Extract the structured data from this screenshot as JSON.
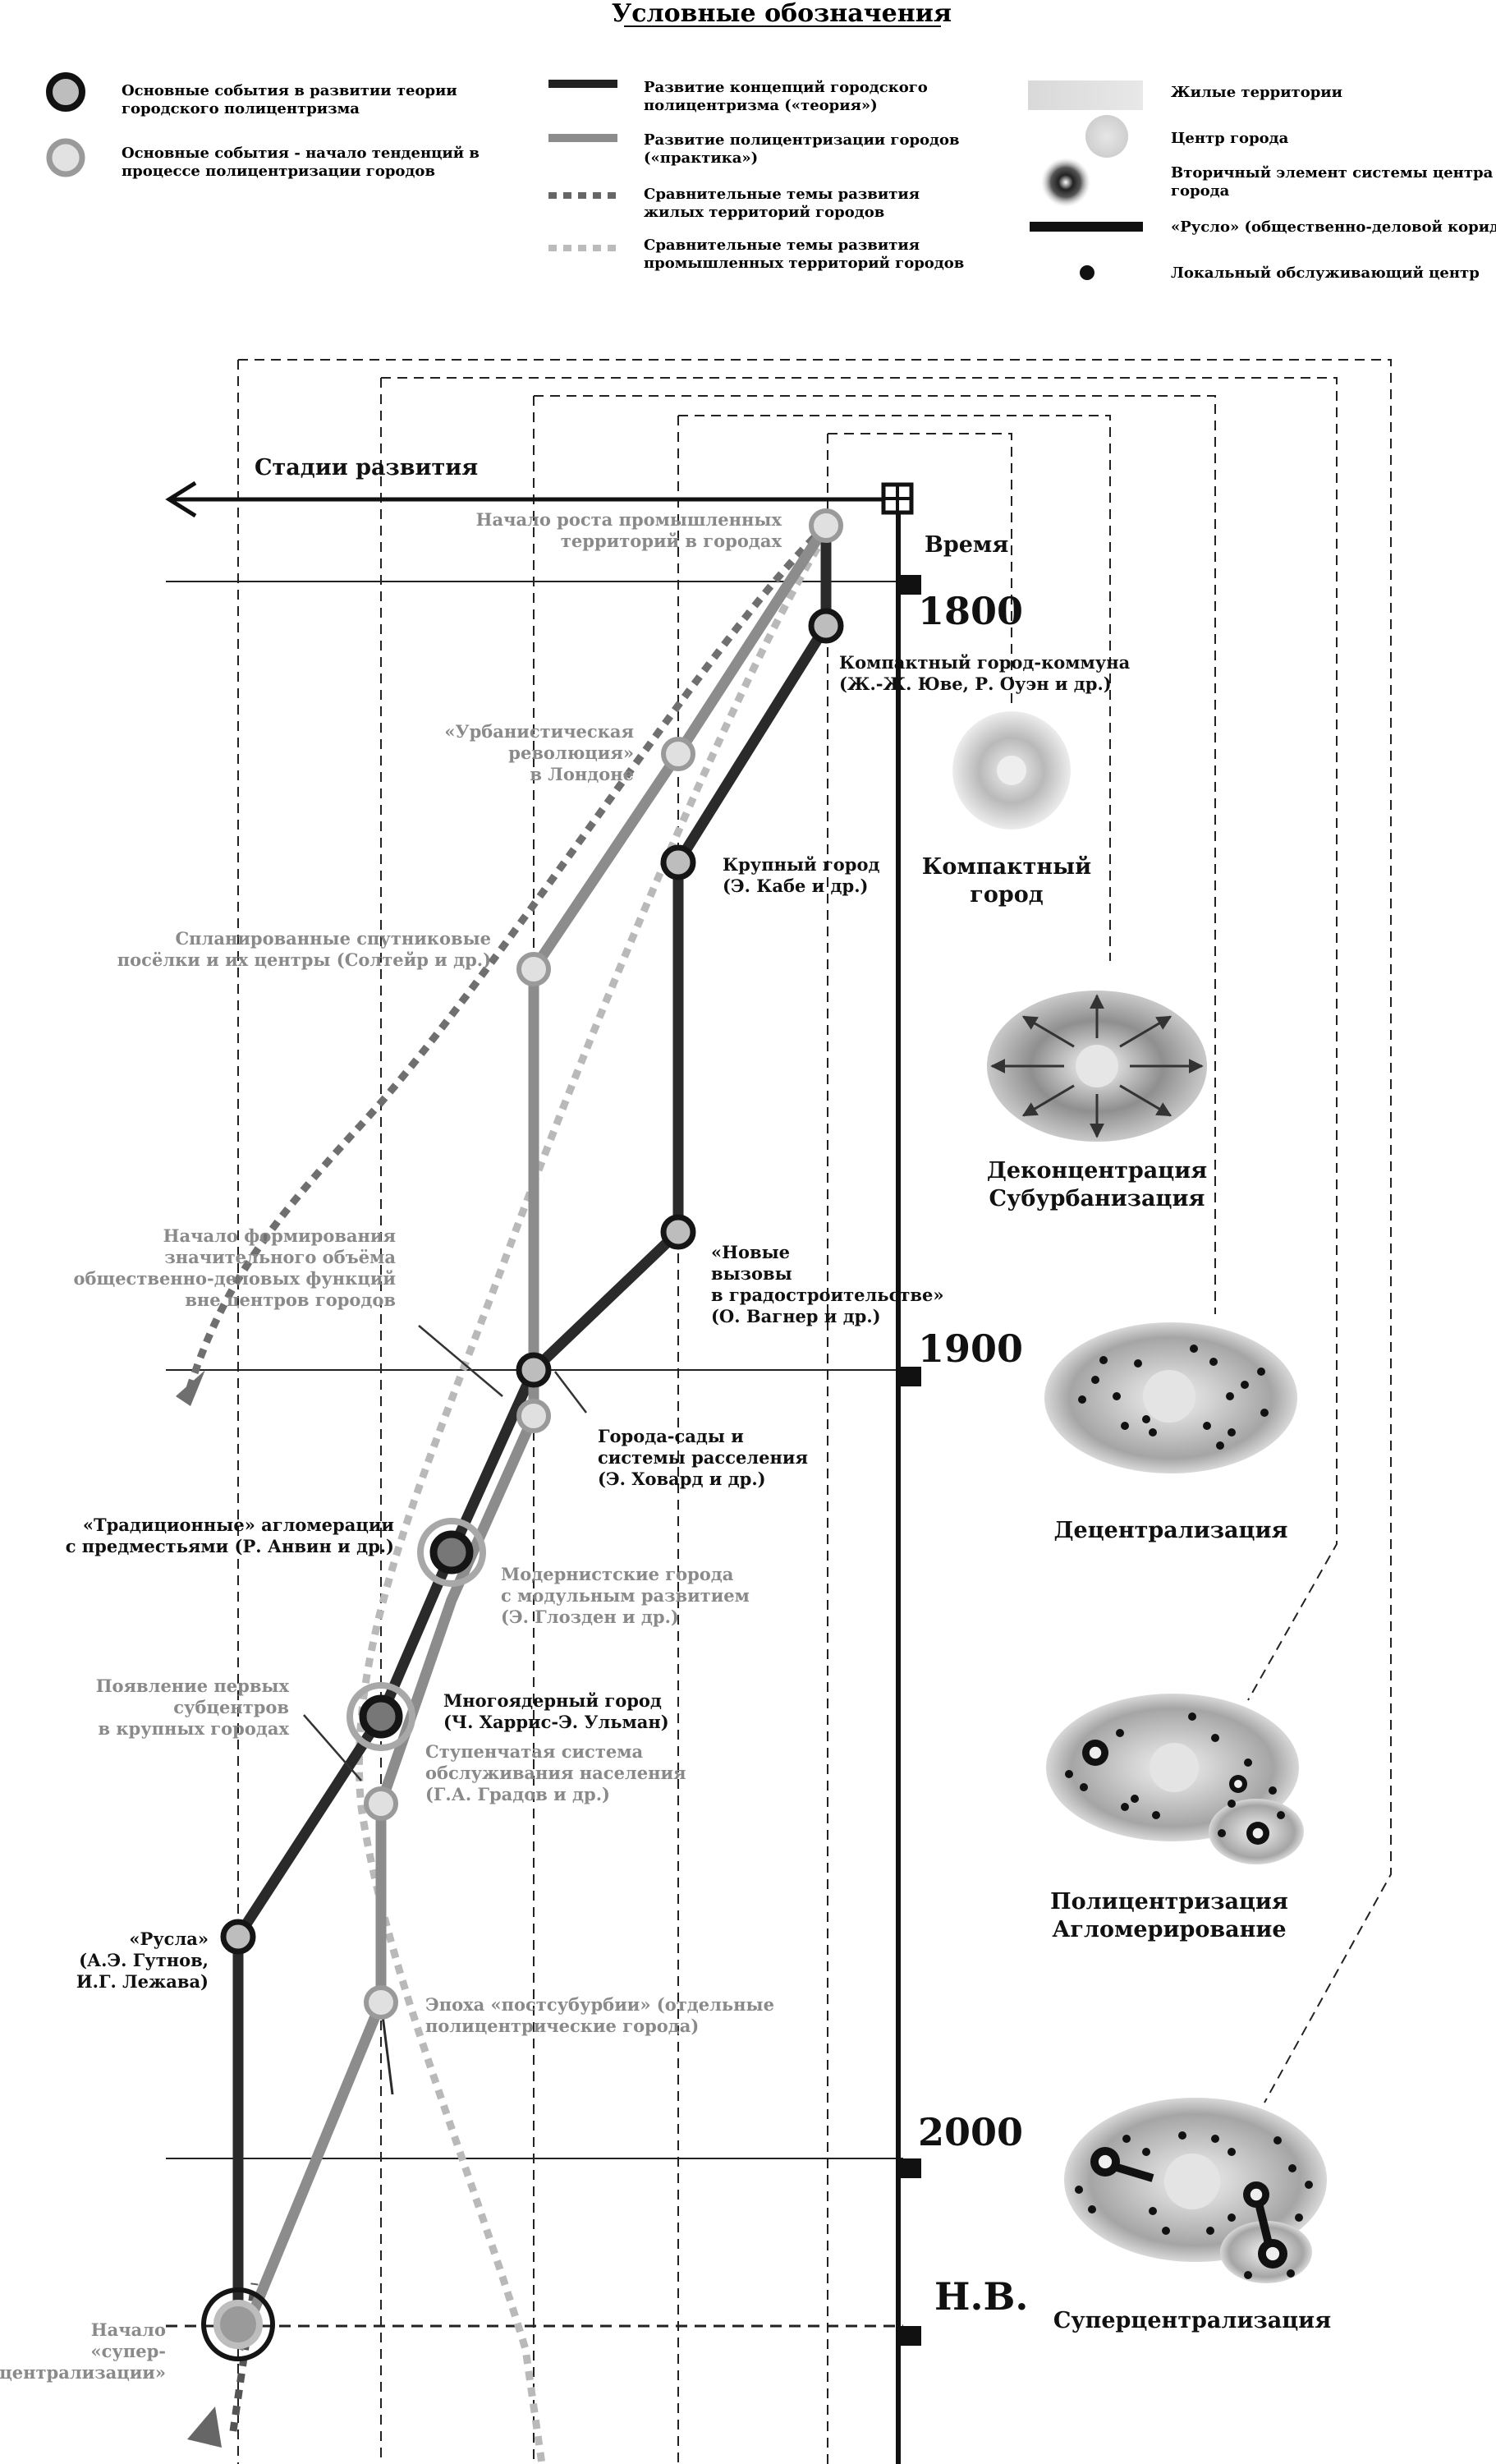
{
  "legend": {
    "title": "Условные обозначения",
    "col1": [
      [
        "Основные события в развитии теории",
        "городского полицентризма"
      ],
      [
        "Основные события - начало тенденций в",
        "процессе полицентризации городов"
      ]
    ],
    "col2": [
      [
        "Развитие концепций городского",
        "полицентризма («теория»)"
      ],
      [
        "Развитие полицентризации городов",
        "(«практика»)"
      ],
      [
        "Сравнительные темы развития",
        "жилых территорий городов"
      ],
      [
        "Сравнительные темы развития",
        "промышленных территорий городов"
      ]
    ],
    "col3": [
      [
        "Жилые территории"
      ],
      [
        "Центр города"
      ],
      [
        "Вторичный элемент системы центра",
        "города"
      ],
      [
        "«Русло» (общественно-деловой коридор)"
      ],
      [
        "Локальный обслуживающий центр"
      ]
    ]
  },
  "axes": {
    "stages_label": "Стадии развития",
    "time_label": "Время",
    "years": [
      "1800",
      "1900",
      "2000",
      "Н.В."
    ]
  },
  "events": [
    {
      "lines": [
        "Начало роста промышленных",
        "территорий в городах"
      ],
      "tone": "gray"
    },
    {
      "lines": [
        "Компактный город-коммуна",
        "(Ж.-Ж. Юве, Р. Оуэн и др.)"
      ],
      "tone": "black"
    },
    {
      "lines": [
        "«Урбанистическая",
        "революция»",
        "в Лондоне"
      ],
      "tone": "gray"
    },
    {
      "lines": [
        "Крупный город",
        "(Э. Кабе и др.)"
      ],
      "tone": "black"
    },
    {
      "lines": [
        "Спланированные спутниковые",
        "посёлки и их центры (Солтейр и др.)"
      ],
      "tone": "gray"
    },
    {
      "lines": [
        "Начало формирования",
        "значительного объёма",
        "общественно-деловых функций",
        "вне центров городов"
      ],
      "tone": "gray"
    },
    {
      "lines": [
        "«Новые",
        "вызовы",
        "в градостроительстве»",
        "(О. Вагнер и др.)"
      ],
      "tone": "black"
    },
    {
      "lines": [
        "Города-сады и",
        "системы расселения",
        "(Э. Ховард и др.)"
      ],
      "tone": "black"
    },
    {
      "lines": [
        "«Традиционные» агломерации",
        "с предместьями (Р. Анвин и др.)"
      ],
      "tone": "black"
    },
    {
      "lines": [
        "Модернистские города",
        "с модульным развитием",
        "(Э. Глозден и др.)"
      ],
      "tone": "gray"
    },
    {
      "lines": [
        "Появление первых",
        "субцентров",
        "в крупных городах"
      ],
      "tone": "gray"
    },
    {
      "lines": [
        "Многоядерный город",
        "(Ч. Харрис-Э. Ульман)"
      ],
      "tone": "black"
    },
    {
      "lines": [
        "Ступенчатая система",
        "обслуживания населения",
        "(Г.А. Градов и др.)"
      ],
      "tone": "gray"
    },
    {
      "lines": [
        "«Русла»",
        "(А.Э. Гутнов,",
        "И.Г. Лежава)"
      ],
      "tone": "black"
    },
    {
      "lines": [
        "Эпоха «постсубурбии» (отдельные",
        "полицентрические города)"
      ],
      "tone": "gray"
    },
    {
      "lines": [
        "Начало",
        "«супер-",
        "централизации»"
      ],
      "tone": "gray"
    }
  ],
  "stages": [
    [
      "Компактный",
      "город"
    ],
    [
      "Деконцентрация",
      "Субурбанизация"
    ],
    [
      "Децентрализация"
    ],
    [
      "Полицентризация",
      "Агломерирование"
    ],
    [
      "Суперцентрализация"
    ]
  ]
}
